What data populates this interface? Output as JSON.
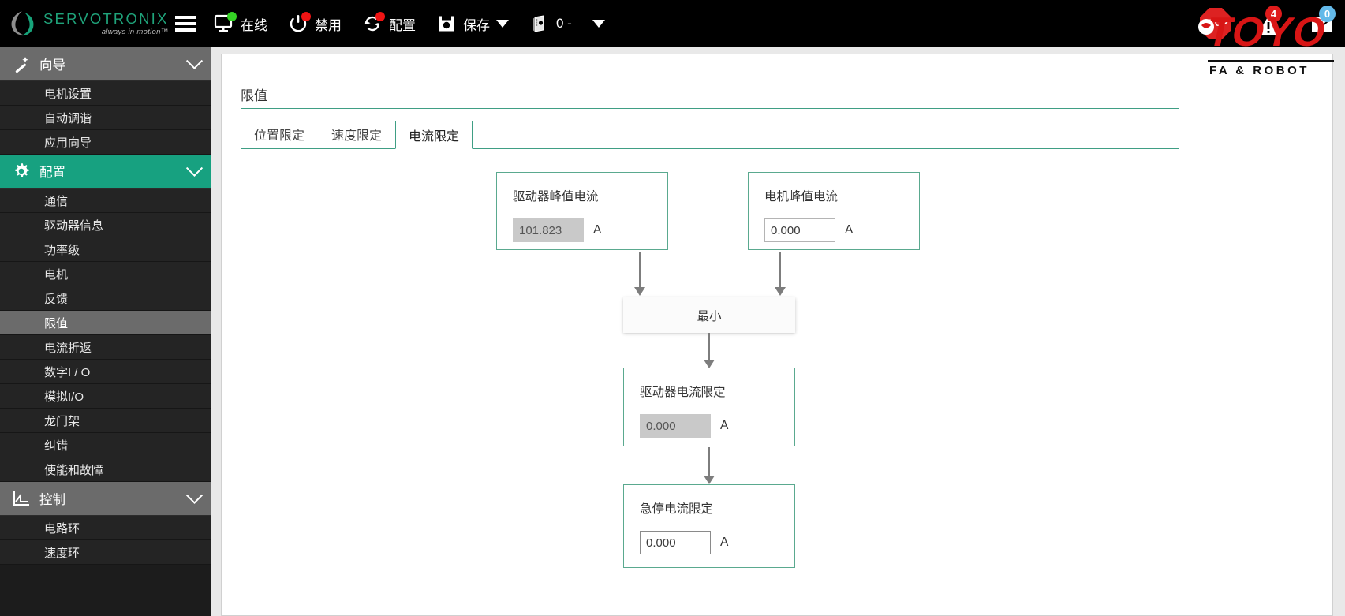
{
  "brand": {
    "name": "SERVOTRONIX",
    "tagline": "always in motion™",
    "partner_logo_main": "TOYO",
    "partner_logo_sub": "FA & ROBOT",
    "accent_green": "#17a180",
    "accent_teal": "#3f9e84"
  },
  "toolbar": {
    "menu_icon": "hamburger-icon",
    "items": [
      {
        "label": "在线",
        "icon": "monitor-icon",
        "badge": "green-dot"
      },
      {
        "label": "禁用",
        "icon": "power-icon",
        "badge": "red-dot"
      },
      {
        "label": "配置",
        "icon": "refresh-icon",
        "badge": "red-dot"
      },
      {
        "label": "保存",
        "icon": "save-icon",
        "badge": "caret"
      }
    ],
    "axis_selector": {
      "icon": "drive-icon",
      "value": "0 -"
    },
    "status": {
      "stop_label": "STOP",
      "alarm_icon": "warning-triangle-icon",
      "alarm_count": "4",
      "mail_icon": "envelope-icon",
      "mail_count": "0"
    }
  },
  "sidebar": {
    "groups": [
      {
        "label": "向导",
        "icon": "wand-icon",
        "state": "gray",
        "items": [
          {
            "label": "电机设置",
            "active": false
          },
          {
            "label": "自动调谐",
            "active": false
          },
          {
            "label": "应用向导",
            "active": false
          }
        ]
      },
      {
        "label": "配置",
        "icon": "gear-icon",
        "state": "green",
        "items": [
          {
            "label": "通信",
            "active": false
          },
          {
            "label": "驱动器信息",
            "active": false
          },
          {
            "label": "功率级",
            "active": false
          },
          {
            "label": "电机",
            "active": false
          },
          {
            "label": "反馈",
            "active": false
          },
          {
            "label": "限值",
            "active": true
          },
          {
            "label": "电流折返",
            "active": false
          },
          {
            "label": "数字I / O",
            "active": false
          },
          {
            "label": "模拟I/O",
            "active": false
          },
          {
            "label": "龙门架",
            "active": false
          },
          {
            "label": "纠错",
            "active": false
          },
          {
            "label": "使能和故障",
            "active": false
          }
        ]
      },
      {
        "label": "控制",
        "icon": "chart-icon",
        "state": "gray",
        "items": [
          {
            "label": "电路环",
            "active": false
          },
          {
            "label": "速度环",
            "active": false
          }
        ]
      }
    ]
  },
  "main": {
    "page_title": "限值",
    "tabs": [
      {
        "label": "位置限定",
        "active": false
      },
      {
        "label": "速度限定",
        "active": false
      },
      {
        "label": "电流限定",
        "active": true
      }
    ],
    "flow": {
      "drive_peak_current": {
        "label": "驱动器峰值电流",
        "value": "101.823",
        "unit": "A",
        "state": "disabled"
      },
      "motor_peak_current": {
        "label": "电机峰值电流",
        "value": "0.000",
        "unit": "A",
        "state": "enabled"
      },
      "min_node": {
        "label": "最小"
      },
      "drive_current_limit": {
        "label": "驱动器电流限定",
        "value": "0.000",
        "unit": "A",
        "state": "disabled"
      },
      "estop_current_limit": {
        "label": "急停电流限定",
        "value": "0.000",
        "unit": "A",
        "state": "focused"
      }
    }
  }
}
